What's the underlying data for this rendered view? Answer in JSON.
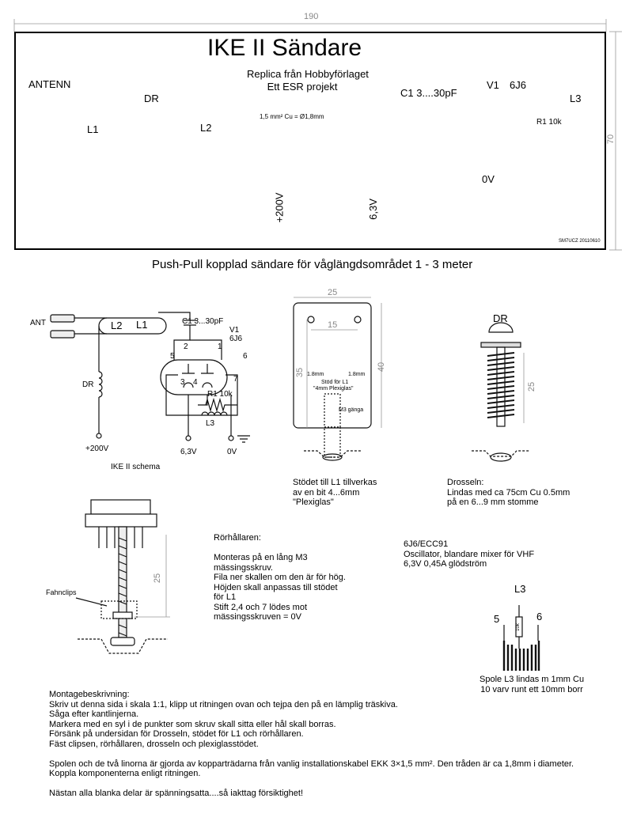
{
  "board": {
    "width_dim": "190",
    "height_dim": "70",
    "title": "IKE II Sändare",
    "subtitle_1": "Replica från Hobbyförlaget",
    "subtitle_2": "Ett ESR projekt",
    "antenna": "ANTENN",
    "l1": "L1",
    "dr": "DR",
    "l2": "L2",
    "wire_note": "1,5 mm² Cu = Ø1,8mm",
    "c1": "C1  3....30pF",
    "v1": "V1",
    "tube": "6J6",
    "l3": "L3",
    "r1": "R1 10k",
    "zero_v": "0V",
    "plus200": "+200V",
    "v63": "6,3V",
    "credit": "SM7UCZ 20110610"
  },
  "caption": "Push-Pull kopplad sändare för våglängdsområdet 1 - 3 meter",
  "schematic": {
    "ant": "ANT",
    "l2": "L2",
    "l1": "L1",
    "c1": "C1  3...30pF",
    "v1": "V1",
    "tube": "6J6",
    "pin2": "2",
    "pin1": "1",
    "pin5": "5",
    "pin6": "6",
    "pin3": "3",
    "pin4": "4",
    "pin7": "7",
    "r1": "R1  10k",
    "l3": "L3",
    "dr": "DR",
    "plus200": "+200V",
    "v63": "6,3V",
    "zero_v": "0V",
    "title": "IKE II schema"
  },
  "support": {
    "width": "25",
    "hole_spacing": "15",
    "height_outer": "40",
    "height_inner": "35",
    "hole_left": "1.8mm",
    "hole_right": "1.8mm",
    "stod_1": "Stöd för L1",
    "stod_2": "\"4mm Plexiglas\"",
    "thread": "M3 gänga",
    "note": "Stödet till L1 tillverkas\nav en bit 4...6mm\n\"Plexiglas\""
  },
  "choke": {
    "title": "DR",
    "length": "25",
    "note": "Drosseln:\nLindas med ca 75cm Cu 0.5mm\npå en 6...9 mm stomme"
  },
  "holder": {
    "fahnclips": "Fahnclips",
    "height": "25",
    "note": "Rörhållaren:\n\nMonteras på en lång M3\nmässingsskruv.\nFila ner skallen om den är för hög.\nHöjden skall anpassas till stödet\nför L1\nStift 2,4 och 7 lödes mot\nmässingsskruven = 0V"
  },
  "tube_info": "6J6/ECC91\nOscillator, blandare mixer för VHF\n6,3V 0,45A glödström",
  "coil": {
    "title": "L3",
    "pin5": "5",
    "pin6": "6",
    "r": "10k",
    "note": "Spole L3 lindas m 1mm Cu\n10 varv runt ett 10mm borr"
  },
  "assembly": "Montagebeskrivning:\nSkriv ut denna sida i skala 1:1, klipp ut ritningen ovan och tejpa den på en lämplig träskiva.\nSåga efter kantlinjerna.\nMarkera med en syl i de punkter som skruv skall sitta eller hål skall borras.\nFörsänk på undersidan för Drosseln, stödet för L1 och rörhållaren.\nFäst clipsen, rörhållaren, drosseln och plexiglasstödet.\n\nSpolen och de två linorna är gjorda av kopparträdarna från vanlig installationskabel EKK 3×1,5 mm². Den tråden är ca 1,8mm i diameter.\nKoppla komponenterna enligt ritningen.\n\nNästan alla blanka delar är spänningsatta....så iakttag försiktighet!",
  "colors": {
    "l1_loop": "#d8aa5a",
    "l2_loop": "#f28a1e",
    "board_line": "#000000",
    "dim_line": "#999999"
  }
}
